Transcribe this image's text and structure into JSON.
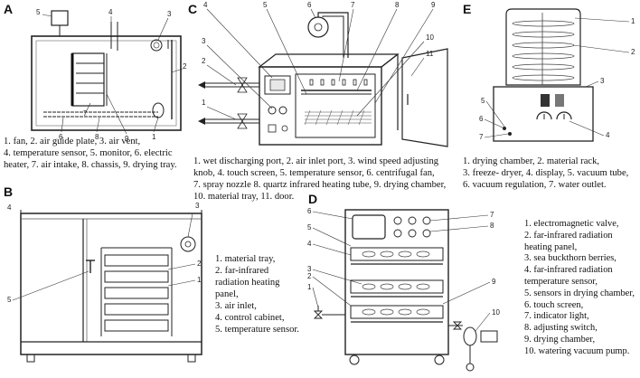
{
  "panels": {
    "A": {
      "letter": "A",
      "caption": [
        "1. fan, 2. air guide plate, 3. air vent,",
        "4. temperature sensor, 5. monitor, 6. electric",
        "heater, 7. air intake, 8. chassis, 9. drying tray."
      ],
      "callouts": [
        "5",
        "4",
        "3",
        "2",
        "7",
        "6",
        "8",
        "9",
        "1"
      ]
    },
    "B": {
      "letter": "B",
      "caption": [
        "1. material tray,",
        "2. far-infrared",
        "radiation heating",
        "panel,",
        "3. air inlet,",
        "4. control cabinet,",
        "5. temperature sensor."
      ],
      "callouts": [
        "4",
        "3",
        "2",
        "1",
        "5"
      ]
    },
    "C": {
      "letter": "C",
      "caption": [
        "1. wet discharging port, 2. air inlet port, 3. wind speed adjusting",
        "knob, 4. touch screen, 5. temperature sensor, 6. centrifugal fan,",
        "7. spray nozzle 8. quartz infrared heating tube, 9. drying chamber,",
        "10. material tray, 11. door."
      ],
      "callouts": [
        "4",
        "5",
        "6",
        "7",
        "8",
        "9",
        "3",
        "2",
        "10",
        "11",
        "1"
      ]
    },
    "D": {
      "letter": "D",
      "caption": [
        "1. electromagnetic valve,",
        "2. far-infrared radiation",
        "heating panel,",
        "3. sea buckthorn berries,",
        "4. far-infrared radiation",
        "temperature sensor,",
        "5. sensors in drying chamber,",
        "6. touch screen,",
        "7. indicator light,",
        "8. adjusting switch,",
        "9. drying chamber,",
        "10. watering vacuum pump."
      ],
      "callouts": [
        "6",
        "5",
        "4",
        "3",
        "2",
        "1",
        "7",
        "8",
        "9",
        "10"
      ]
    },
    "E": {
      "letter": "E",
      "caption": [
        "1. drying chamber, 2. material rack,",
        "3. freeze- dryer, 4. display, 5. vacuum tube,",
        "6. vacuum  regulation, 7. water outlet."
      ],
      "callouts": [
        "1",
        "2",
        "3",
        "5",
        "4",
        "6",
        "7"
      ]
    }
  }
}
